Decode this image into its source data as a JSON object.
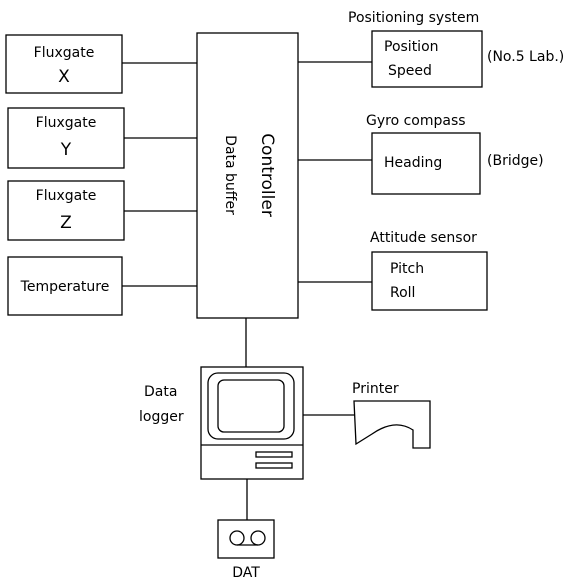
{
  "sensors": {
    "fluxgate_x": {
      "title": "Fluxgate",
      "axis": "X"
    },
    "fluxgate_y": {
      "title": "Fluxgate",
      "axis": "Y"
    },
    "fluxgate_z": {
      "title": "Fluxgate",
      "axis": "Z"
    },
    "temperature": "Temperature"
  },
  "controller": {
    "title": "Controller",
    "subtitle": "Data buffer"
  },
  "positioning": {
    "caption": "Positioning system",
    "line1": "Position",
    "line2": "Speed",
    "note": "(No.5 Lab.)"
  },
  "gyro": {
    "caption": "Gyro compass",
    "line1": "Heading",
    "note": "(Bridge)"
  },
  "attitude": {
    "caption": "Attitude sensor",
    "line1": "Pitch",
    "line2": "Roll"
  },
  "logger": {
    "line1": "Data",
    "line2": "logger"
  },
  "printer": "Printer",
  "dat": "DAT"
}
